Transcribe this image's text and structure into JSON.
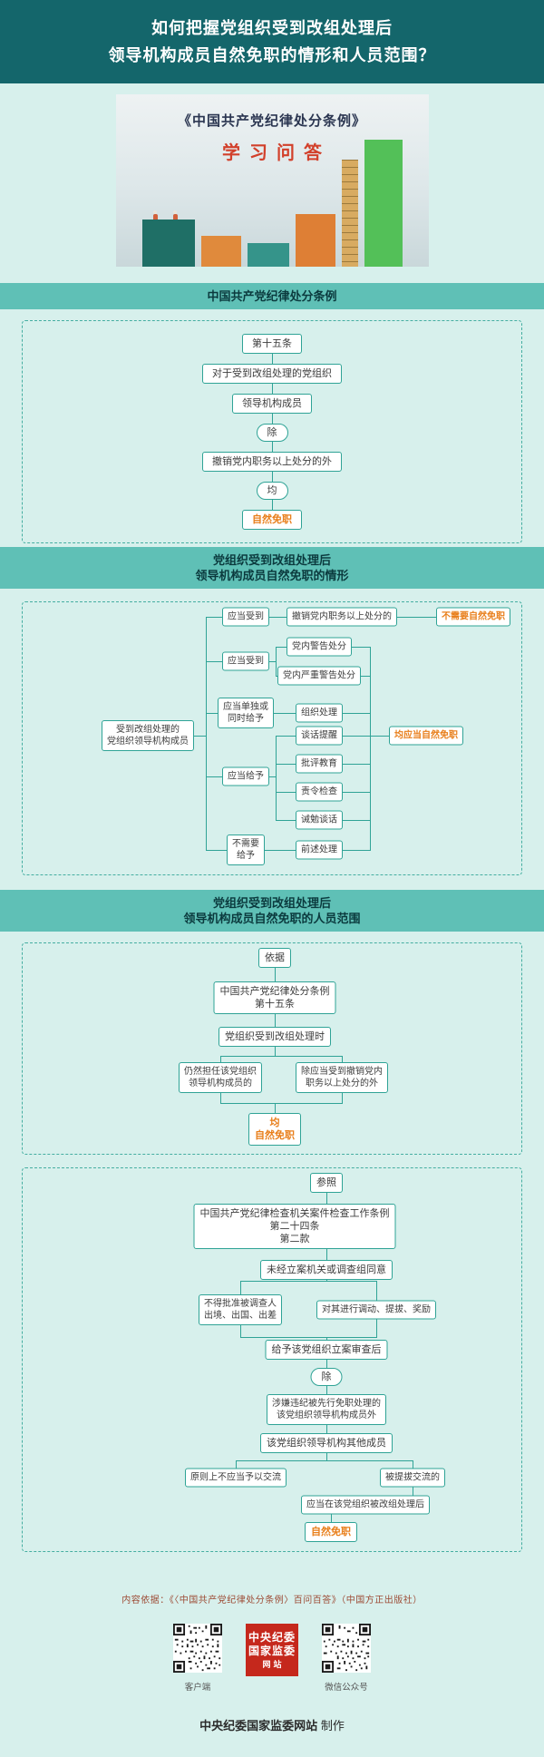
{
  "header": {
    "title_line1": "如何把握党组织受到改组处理后",
    "title_line2": "领导机构成员自然免职的情形和人员范围？"
  },
  "cover": {
    "book_title": "《中国共产党纪律处分条例》",
    "book_subtitle": "学习问答"
  },
  "colors": {
    "page_bg": "#d7f0ec",
    "header_bg": "#14666b",
    "section_bg": "#5fc0b6",
    "accent_teal": "#2fa396",
    "accent_orange": "#e87e1a",
    "logo_red": "#c5281c"
  },
  "section1": {
    "title": "中国共产党纪律处分条例",
    "flow": {
      "article": "第十五条",
      "step1": "对于受到改组处理的党组织",
      "step2": "领导机构成员",
      "except_pill": "除",
      "step3": "撤销党内职务以上处分的外",
      "all_pill": "均",
      "result": "自然免职"
    }
  },
  "section2": {
    "title_line1": "党组织受到改组处理后",
    "title_line2": "领导机构成员自然免职的情形",
    "flow": {
      "root_line1": "受到改组处理的",
      "root_line2": "党组织领导机构成员",
      "branch1_label": "应当受到",
      "branch1_node": "撤销党内职务以上处分的",
      "branch1_result": "不需要自然免职",
      "branch2_label": "应当受到",
      "branch2_node1": "党内警告处分",
      "branch2_node2": "党内严重警告处分",
      "branch3_label_line1": "应当单独或",
      "branch3_label_line2": "同时给予",
      "branch3_node": "组织处理",
      "branch4_label": "应当给予",
      "branch4_node1": "谈话提醒",
      "branch4_node2": "批评教育",
      "branch4_node3": "责令检查",
      "branch4_node4": "诫勉谈话",
      "branch5_label_line1": "不需要",
      "branch5_label_line2": "给予",
      "branch5_node": "前述处理",
      "bracket_result": "均应当自然免职"
    }
  },
  "section3": {
    "title_line1": "党组织受到改组处理后",
    "title_line2": "领导机构成员自然免职的人员范围",
    "flow_basis": {
      "tag": "依据",
      "law_line1": "中国共产党纪律处分条例",
      "law_line2": "第十五条",
      "condition": "党组织受到改组处理时",
      "left_line1": "仍然担任该党组织",
      "left_line2": "领导机构成员的",
      "right_line1": "除应当受到撤销党内",
      "right_line2": "职务以上处分的外",
      "result_line1": "均",
      "result_line2": "自然免职"
    },
    "flow_reference": {
      "tag": "参照",
      "law_line1": "中国共产党纪律检查机关案件检查工作条例",
      "law_line2": "第二十四条",
      "law_line3": "第二款",
      "condition": "未经立案机关或调查组同意",
      "left_line1": "不得批准被调查人",
      "left_line2": "出境、出国、出差",
      "right": "对其进行调动、提拔、奖励",
      "step2": "给予该党组织立案审查后",
      "except_pill": "除",
      "except_line1": "涉嫌违纪被先行免职处理的",
      "except_line2": "该党组织领导机构成员外",
      "step3": "该党组织领导机构其他成员",
      "leaf_left": "原则上不应当予以交流",
      "leaf_right": "被提拔交流的",
      "step4": "应当在该党组织被改组处理后",
      "result": "自然免职"
    }
  },
  "footer": {
    "citation": "内容依据：《〈中国共产党纪律处分条例〉百问百答》（中国方正出版社）",
    "qr_left_label": "客户端",
    "qr_right_label": "微信公众号",
    "logo_line1": "中央纪委",
    "logo_line2": "国家监委",
    "logo_line3": "网站",
    "credit_name": "中央纪委国家监委网站",
    "credit_suffix": "制作"
  }
}
